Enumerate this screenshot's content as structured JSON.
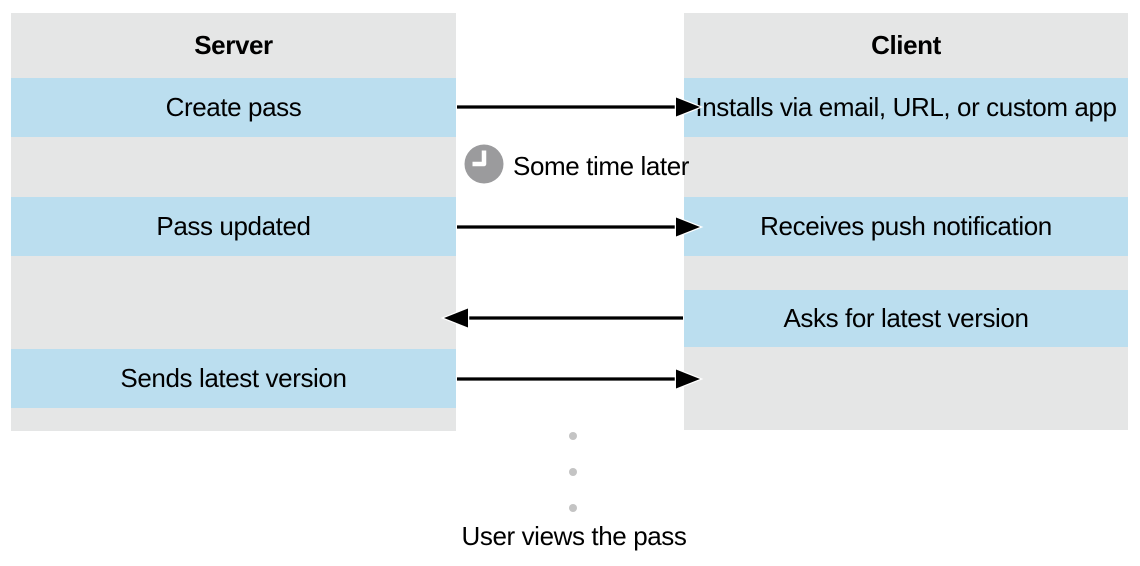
{
  "columns": {
    "server": {
      "title": "Server",
      "rows": [
        {
          "label": "Create pass"
        },
        {
          "label": ""
        },
        {
          "label": "Pass updated"
        },
        {
          "label": ""
        },
        {
          "label": "Sends latest version"
        },
        {
          "label": ""
        }
      ]
    },
    "client": {
      "title": "Client",
      "rows": [
        {
          "label": "Installs via email, URL, or custom app"
        },
        {
          "label": ""
        },
        {
          "label": "Receives push notification"
        },
        {
          "label": ""
        },
        {
          "label": "Asks for latest version"
        },
        {
          "label": ""
        }
      ]
    }
  },
  "annotations": {
    "time_note": "Some time later",
    "footer_note": "User views the pass"
  },
  "arrows": [
    {
      "direction": "right",
      "from": "Create pass",
      "to": "Installs via email, URL, or custom app"
    },
    {
      "direction": "right",
      "from": "Pass updated",
      "to": "Receives push notification"
    },
    {
      "direction": "left",
      "from": "Asks for latest version",
      "to": "Server"
    },
    {
      "direction": "right",
      "from": "Sends latest version",
      "to": "Client"
    }
  ],
  "icons": {
    "clock": "clock-icon",
    "continuation": "vertical-dots-icon"
  },
  "colors": {
    "row_blue": "#bbdeef",
    "row_gray": "#e5e6e6",
    "clock_gray": "#9b9b9d",
    "dot_gray": "#c4c4c4",
    "arrow_black": "#000000"
  }
}
